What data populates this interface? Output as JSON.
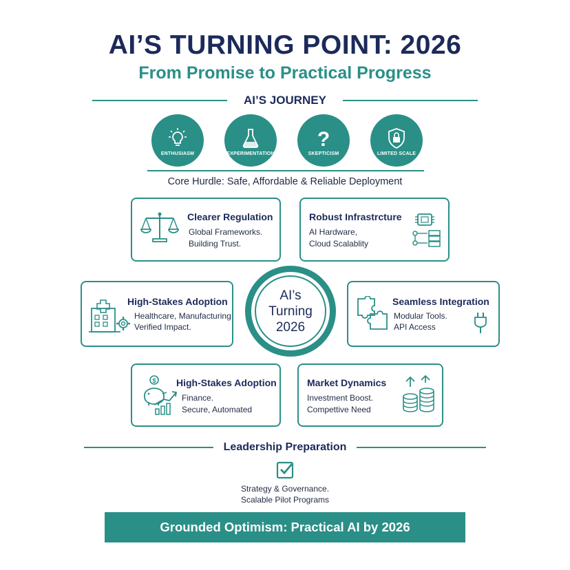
{
  "header": {
    "title": "AI’S TURNING POINT: 2026",
    "subtitle": "From Promise to Practical Progress"
  },
  "journey": {
    "label": "AI’S JOURNEY",
    "stages": [
      {
        "label": "ENTHUSIASM",
        "icon": "lightbulb-icon"
      },
      {
        "label": "EXPERIMENTATION",
        "icon": "flask-icon"
      },
      {
        "label": "SKEPTICISM",
        "icon": "question-mark-icon"
      },
      {
        "label": "LIMITED SCALE",
        "icon": "lock-shield-icon"
      }
    ]
  },
  "core_hurdle": "Core Hurdle: Safe, Affordable & Reliable Deployment",
  "center": {
    "line1": "AI’s",
    "line2": "Turning",
    "line3": "2026"
  },
  "cards": {
    "regulation": {
      "title": "Clearer Regulation",
      "line1": "Global Frameworks.",
      "line2": "Building Trust.",
      "icon": "scales-icon"
    },
    "infrastructure": {
      "title": "Robust Infrastrcture",
      "line1": "AI Hardware,",
      "line2": "Cloud Scalablity",
      "icon": "chip-icon"
    },
    "adoption_health": {
      "title": "High-Stakes Adoption",
      "line1": "Healthcare, Manufacturing",
      "line2": "Verified Impact.",
      "icon": "hospital-gear-icon"
    },
    "integration": {
      "title": "Seamless Integration",
      "line1": "Modular Tools.",
      "line2": "API Access",
      "icon": "puzzle-icon"
    },
    "adoption_finance": {
      "title": "High-Stakes Adoption",
      "line1": "Finance.",
      "line2": "Secure, Automated",
      "icon": "piggy-bank-icon"
    },
    "market": {
      "title": "Market Dynamics",
      "line1": "Investment Boost.",
      "line2": "Compettive Need",
      "icon": "coins-growth-icon"
    }
  },
  "leadership": {
    "label": "Leadership Preparation",
    "icon": "checkbox-icon",
    "line1": "Strategy & Governance.",
    "line2": "Scalable Pilot Programs"
  },
  "footer": "Grounded Optimism: Practical AI by 2026",
  "colors": {
    "accent": "#2a8f87",
    "navy": "#1c2a5a"
  }
}
